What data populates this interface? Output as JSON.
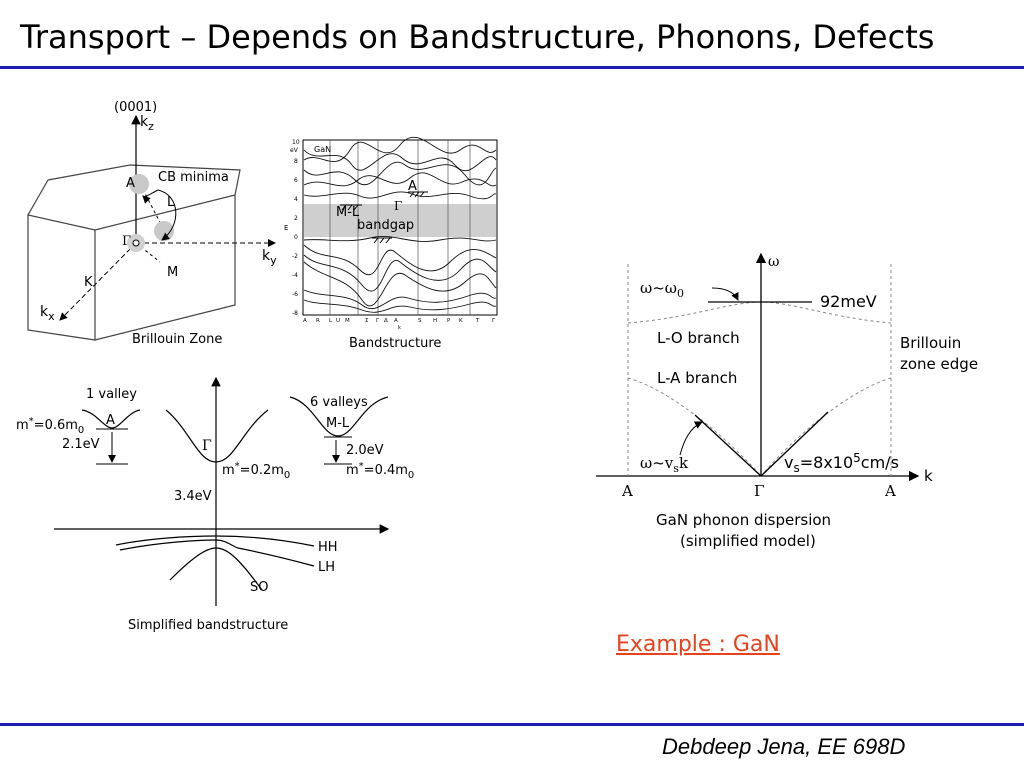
{
  "slide": {
    "title": "Transport – Depends on Bandstructure, Phonons, Defects",
    "example": "Example : GaN",
    "footer": "Debdeep Jena, EE 698D"
  },
  "brillouin": {
    "caption": "Brillouin Zone",
    "direction": "(0001)",
    "kz": "k",
    "kz_sub": "z",
    "ky": "k",
    "ky_sub": "y",
    "kx": "k",
    "kx_sub": "x",
    "cb_minima": "CB minima",
    "A": "A",
    "L": "L",
    "Gamma": "Γ",
    "M": "M",
    "K": "K"
  },
  "bandstructure": {
    "caption": "Bandstructure",
    "material": "GaN",
    "unit": "eV",
    "energy_axis": "E",
    "k_axis": "k",
    "y_ticks": [
      "10",
      "8",
      "6",
      "4",
      "2",
      "0",
      "-2",
      "-4",
      "-6",
      "-8"
    ],
    "x_ticks": [
      "A",
      "R",
      "L",
      "U",
      "M",
      "Σ",
      "Γ",
      "Δ",
      "A",
      "S",
      "H",
      "P",
      "K",
      "T",
      "Γ"
    ],
    "A_label": "A",
    "ML_label": "M-L",
    "Gamma_label": "Γ",
    "bandgap_label": "bandgap"
  },
  "simplified": {
    "caption": "Simplified bandstructure",
    "one_valley": "1 valley",
    "six_valleys": "6 valleys",
    "A": "A",
    "ML": "M-L",
    "Gamma": "Γ",
    "mA": "m",
    "mA_star": "*",
    "mA_val": "=0.6m",
    "mA_sub": "0",
    "eA": "2.1eV",
    "mG": "m",
    "mG_star": "*",
    "mG_val": "=0.2m",
    "mG_sub": "0",
    "eML": "2.0eV",
    "mML": "m",
    "mML_star": "*",
    "mML_val": "=0.4m",
    "mML_sub": "0",
    "eG": "3.4eV",
    "HH": "HH",
    "LH": "LH",
    "SO": "SO"
  },
  "phonon": {
    "omega": "ω",
    "k": "k",
    "omega_eq": "ω~ω",
    "omega_sub": "0",
    "energy": "92meV",
    "lo": "L-O branch",
    "la": "L-A branch",
    "bz_line1": "Brillouin",
    "bz_line2": "zone edge",
    "omega_vsk": "ω~v",
    "omega_vsk_sub": "s",
    "omega_vsk_k": "k",
    "vs_label": "v",
    "vs_sub": "s",
    "vs_val": "=8x10",
    "vs_sup": "5",
    "vs_unit": "cm/s",
    "left_A": "A",
    "center_Gamma": "Γ",
    "right_A": "A",
    "caption_line1": "GaN phonon dispersion",
    "caption_line2": "(simplified model)"
  }
}
